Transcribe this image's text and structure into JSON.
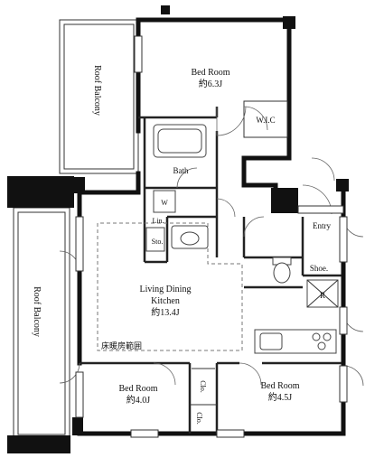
{
  "plan": {
    "rooms": {
      "bed_room_top": {
        "name": "Bed Room",
        "size": "約6.3J"
      },
      "wic": {
        "name": "W.I.C"
      },
      "bath": {
        "name": "Bath"
      },
      "washer": {
        "name": "W"
      },
      "linen": {
        "name": "Lin."
      },
      "storage": {
        "name": "Sto."
      },
      "entry": {
        "name": "Entry"
      },
      "shoe": {
        "name": "Shoe."
      },
      "refrigerator": {
        "name": "R"
      },
      "ldk_line1": {
        "name": "Living Dining"
      },
      "ldk_line2": {
        "name": "Kitchen"
      },
      "ldk_size": {
        "size": "約13.4J"
      },
      "floor_heating": {
        "name": "床暖房範囲"
      },
      "bed_room_left": {
        "name": "Bed Room",
        "size": "約4.0J"
      },
      "bed_room_right": {
        "name": "Bed Room",
        "size": "約4.5J"
      },
      "closet_upper": {
        "name": "Clo."
      },
      "closet_lower": {
        "name": "Clo."
      }
    },
    "balconies": {
      "top": {
        "name": "Roof Balcony"
      },
      "left": {
        "name": "Roof Balcony"
      }
    }
  }
}
